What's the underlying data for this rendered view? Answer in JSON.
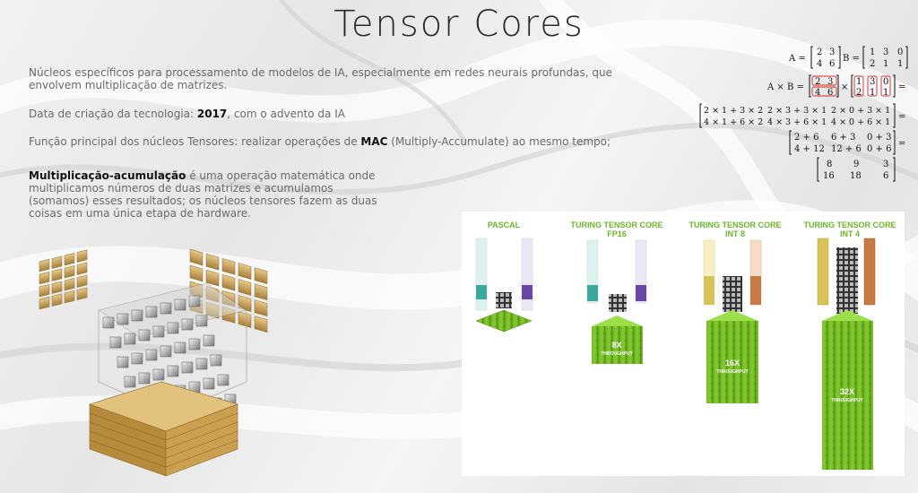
{
  "slide": {
    "title": "Tensor Cores",
    "p1": "Núcleos específicos para processamento de modelos de IA, especialmente em redes neurais profundas, que envolvem multiplicação de matrizes.",
    "p2_prefix": "Data de criação da tecnologia: ",
    "p2_year": "2017",
    "p2_suffix": ", com o advento da IA",
    "p3_prefix": "Função principal dos núcleos Tensores: realizar operações de ",
    "p3_mac": "MAC",
    "p3_suffix": " (Multiply-Accumulate) ao mesmo tempo;",
    "p4_term": "Multiplicação-acumulação",
    "p4_rest": " é uma operação matemática onde multiplicamos números de duas matrizes e acumulamos (somamos) esses resultados; os núcleos tensores fazem as duas coisas em uma única etapa de hardware."
  },
  "math": {
    "a_label": "A =",
    "b_label": "B =",
    "a": [
      "2",
      "3",
      "4",
      "6"
    ],
    "b": [
      "1",
      "3",
      "0",
      "2",
      "1",
      "1"
    ],
    "axb_label": "A × B =",
    "times": "×",
    "eq": "=",
    "step2": [
      "2 × 1 + 3 × 2",
      "2 × 3 + 3 × 1",
      "2 × 0 + 3 × 1",
      "4 × 1 + 6 × 2",
      "4 × 3 + 6 × 1",
      "4 × 0 + 6 × 1"
    ],
    "step3": [
      "2 + 6",
      "6 + 3",
      "0 + 3",
      "4 + 12",
      "12 + 6",
      "0 + 6"
    ],
    "result": [
      "8",
      "9",
      "3",
      "16",
      "18",
      "6"
    ]
  },
  "gpu": {
    "columns": [
      {
        "label1": "PASCAL",
        "label2": ""
      },
      {
        "label1": "TURING TENSOR CORE",
        "label2": "FP16",
        "throughput": "8X",
        "throughput_label": "THROUGHPUT"
      },
      {
        "label1": "TURING TENSOR CORE",
        "label2": "INT 8",
        "throughput": "16X",
        "throughput_label": "THROUGHPUT"
      },
      {
        "label1": "TURING TENSOR CORE",
        "label2": "INT 4",
        "throughput": "32X",
        "throughput_label": "THROUGHPUT"
      }
    ]
  },
  "colors": {
    "nvidia_green": "#76b900",
    "matrix_red": "#d42a2a"
  }
}
